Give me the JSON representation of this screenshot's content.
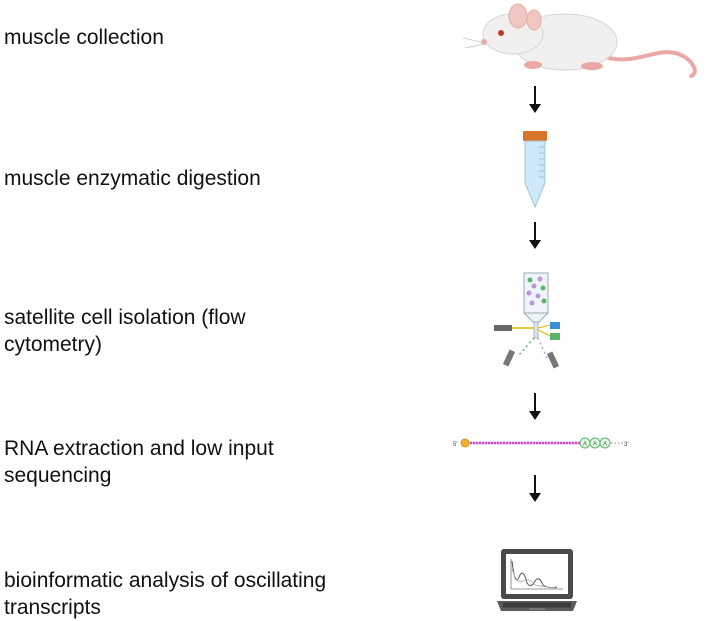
{
  "steps": [
    {
      "label": "muscle collection",
      "icon": "mouse-icon"
    },
    {
      "label": "muscle enzymatic digestion",
      "icon": "conical-tube-icon"
    },
    {
      "label": "satellite cell isolation (flow cytometry)",
      "icon": "flow-cytometer-icon"
    },
    {
      "label": "RNA extraction and low input sequencing",
      "icon": "mrna-strand-icon"
    },
    {
      "label": "bioinformatic analysis of oscillating transcripts",
      "icon": "laptop-chart-icon"
    }
  ],
  "mrna": {
    "five_prime": "5'",
    "three_prime": "3'",
    "poly_a": [
      "A",
      "A",
      "A"
    ]
  },
  "colors": {
    "mouse_body": "#f2f0ee",
    "mouse_tail": "#e9a9a4",
    "tube_cap": "#d9742b",
    "tube_liquid": "#cfe8f7",
    "cell_purple": "#b99ad9",
    "cell_green": "#5ab56b",
    "mrna_line": "#c84bc8",
    "laptop": "#4a4a4a"
  }
}
